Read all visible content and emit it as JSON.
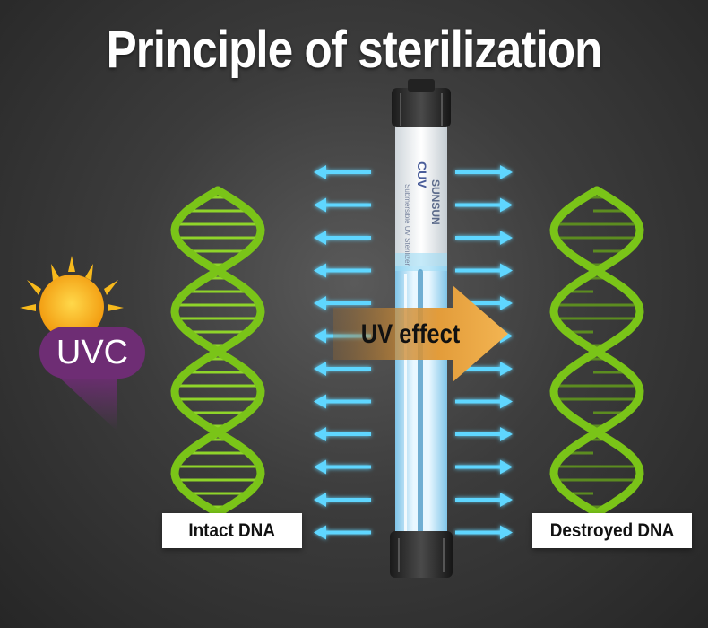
{
  "title": "Principle of sterilization",
  "uvc_label": "UVC",
  "uv_effect_label": "UV effect",
  "left_dna_label": "Intact DNA",
  "right_dna_label": "Destroyed DNA",
  "device_print": {
    "brand": "SUNSUN",
    "model": "CUV",
    "desc": "Submersible UV Sterilizer"
  },
  "colors": {
    "dna": "#7ac418",
    "uv_arrow": "#5fd6ff",
    "uv_effect_arrow": "#e8a43c",
    "sun": "#f7b91c",
    "uvc_badge": "#6e2d74"
  },
  "icons": [
    "sun-icon",
    "dna-helix-icon",
    "uv-lamp-icon",
    "arrow-icon"
  ]
}
